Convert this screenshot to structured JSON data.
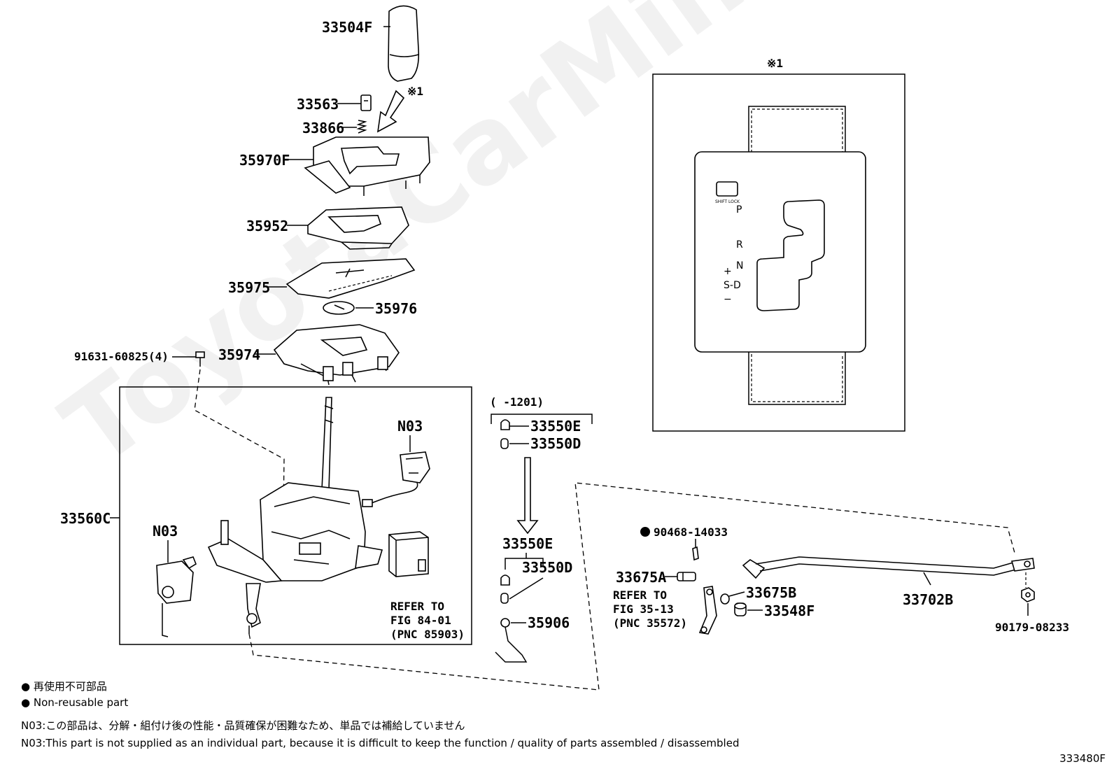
{
  "watermark": "ToyotaCarMine.ru",
  "inset_label": "※1",
  "arrow_ref": "※1",
  "parts": {
    "p33504F": "33504F",
    "p33563": "33563",
    "p33866": "33866",
    "p35970F": "35970F",
    "p35952": "35952",
    "p35975": "35975",
    "p35976": "35976",
    "p35974": "35974",
    "p91631": "91631-60825(4)",
    "p33560C": "33560C",
    "n03_a": "N03",
    "n03_b": "N03",
    "date_range": "(     -1201)",
    "p33550E_a": "33550E",
    "p33550D_a": "33550D",
    "p33550E_b": "33550E",
    "p33550D_b": "33550D",
    "p35906": "35906",
    "p90468": "90468-14033",
    "p33675A": "33675A",
    "p33675B": "33675B",
    "p33548F": "33548F",
    "p33702B": "33702B",
    "p90179": "90179-08233"
  },
  "refer_84": [
    "REFER TO",
    "FIG 84-01",
    "(PNC 85903)"
  ],
  "refer_35": [
    "REFER TO",
    "FIG 35-13",
    "(PNC 35572)"
  ],
  "gate": {
    "lock_label": "SHIFT LOCK",
    "p": "P",
    "r": "R",
    "n": "N",
    "plus": "+",
    "sd": "S-D",
    "minus": "−"
  },
  "legend": {
    "jp_nonreusable": "● 再使用不可部品",
    "en_nonreusable": "● Non-reusable part",
    "n03_jp": "N03:この部品は、分解・組付け後の性能・品質確保が困難なため、単品では補給していません",
    "n03_en": "N03:This part is not supplied as an individual part, because it is difficult to keep the function / quality of parts assembled / disassembled"
  },
  "figure_number": "333480F"
}
